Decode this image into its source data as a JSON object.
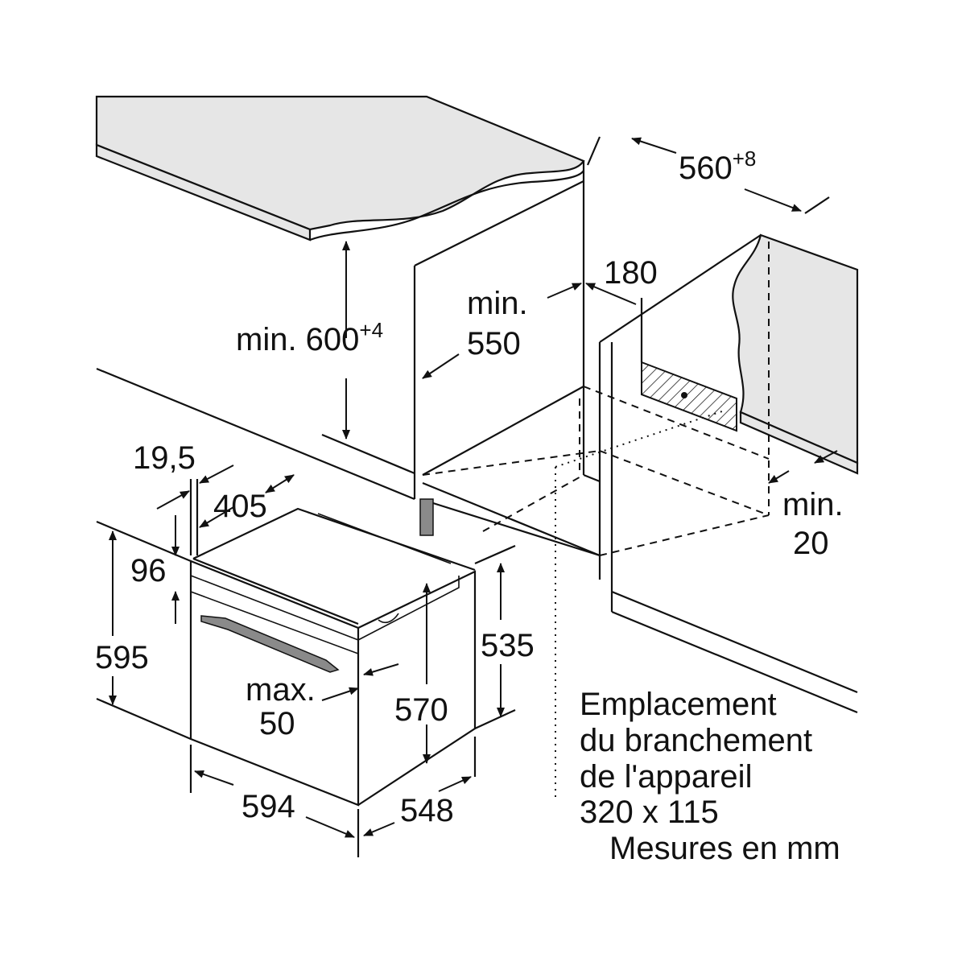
{
  "dimensions": {
    "niche_width": {
      "value": "560",
      "tolerance": "+8"
    },
    "niche_height": {
      "label": "min. 600",
      "tolerance": "+4"
    },
    "niche_depth": {
      "line1": "min.",
      "line2": "550"
    },
    "socket_offset": "180",
    "rear_gap": {
      "line1": "min.",
      "line2": "20"
    },
    "front_trim": "19,5",
    "top_depth": "405",
    "panel_height": "96",
    "oven_height": "595",
    "side_height": "535",
    "body_height": "570",
    "door_gap": {
      "line1": "max.",
      "line2": "50"
    },
    "oven_width": "594",
    "oven_depth": "548"
  },
  "notes": {
    "connection_line1": "Emplacement",
    "connection_line2": "du branchement",
    "connection_line3": "de l'appareil",
    "connection_size": "320 x 115",
    "units": "Mesures en mm"
  }
}
